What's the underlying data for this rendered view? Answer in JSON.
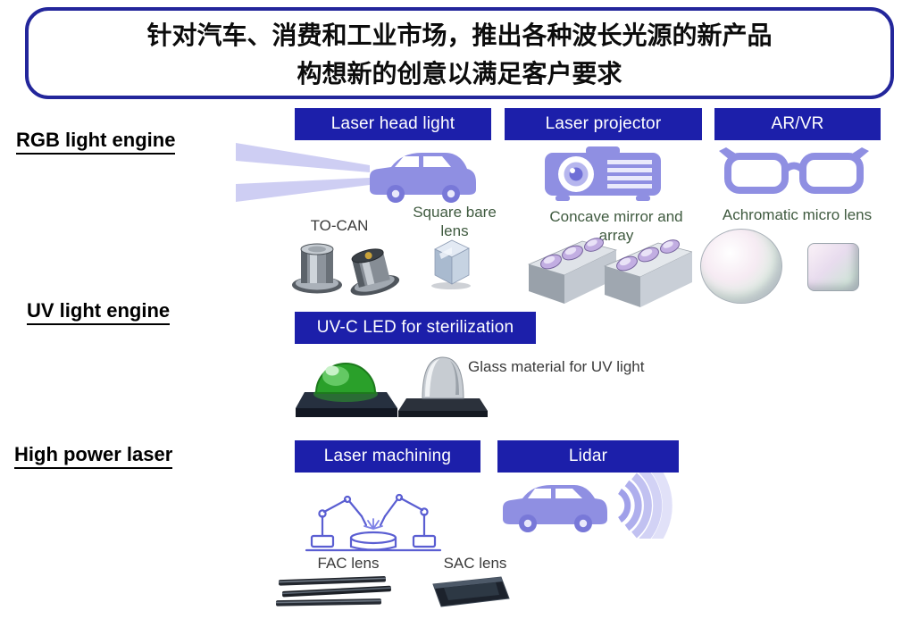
{
  "banner": {
    "line1": "针对汽车、消费和工业市场，推出各种波长光源的新产品",
    "line2": "构想新的创意以满足客户要求"
  },
  "sections": {
    "rgb": {
      "label": "RGB light engine",
      "headers": {
        "head_light": "Laser head light",
        "projector": "Laser projector",
        "ar_vr": "AR/VR"
      },
      "captions": {
        "to_can": "TO-CAN",
        "square_bare_lens": "Square bare lens",
        "concave_mirror": "Concave mirror and array",
        "achromatic_micro_lens": "Achromatic micro lens"
      }
    },
    "uv": {
      "label": "UV light engine",
      "headers": {
        "uvc_led": "UV-C LED for sterilization"
      },
      "captions": {
        "glass_material": "Glass material for UV light"
      }
    },
    "high_power": {
      "label": "High power laser",
      "headers": {
        "laser_machining": "Laser machining",
        "lidar": "Lidar"
      },
      "captions": {
        "fac_lens": "FAC lens",
        "sac_lens": "SAC lens"
      }
    }
  },
  "icons": {
    "headlight": "car-headlight-beams-icon",
    "projector": "projector-icon",
    "ar_vr": "glasses-icon",
    "to_can": "to-can-package-photo",
    "square_bare_lens": "glass-cube-lens-photo",
    "concave_mirror": "mirror-array-blocks-photo",
    "achromatic_lens": "round-lens-photo",
    "uv_led_green": "green-led-dome-photo",
    "uv_glass_dome": "silver-glass-dome-photo",
    "machining": "robot-arms-laser-machining-icon",
    "lidar": "car-with-lidar-waves-icon",
    "fac_lens": "thin-rod-lenses-photo",
    "sac_lens": "dark-chip-lens-photo"
  },
  "colors": {
    "header_bg": "#1c1faa",
    "banner_border": "#23269b",
    "icon_blue": "#8f8fe2",
    "caption_green": "#3f5a3f",
    "caption_gray": "#3a3a3a"
  }
}
